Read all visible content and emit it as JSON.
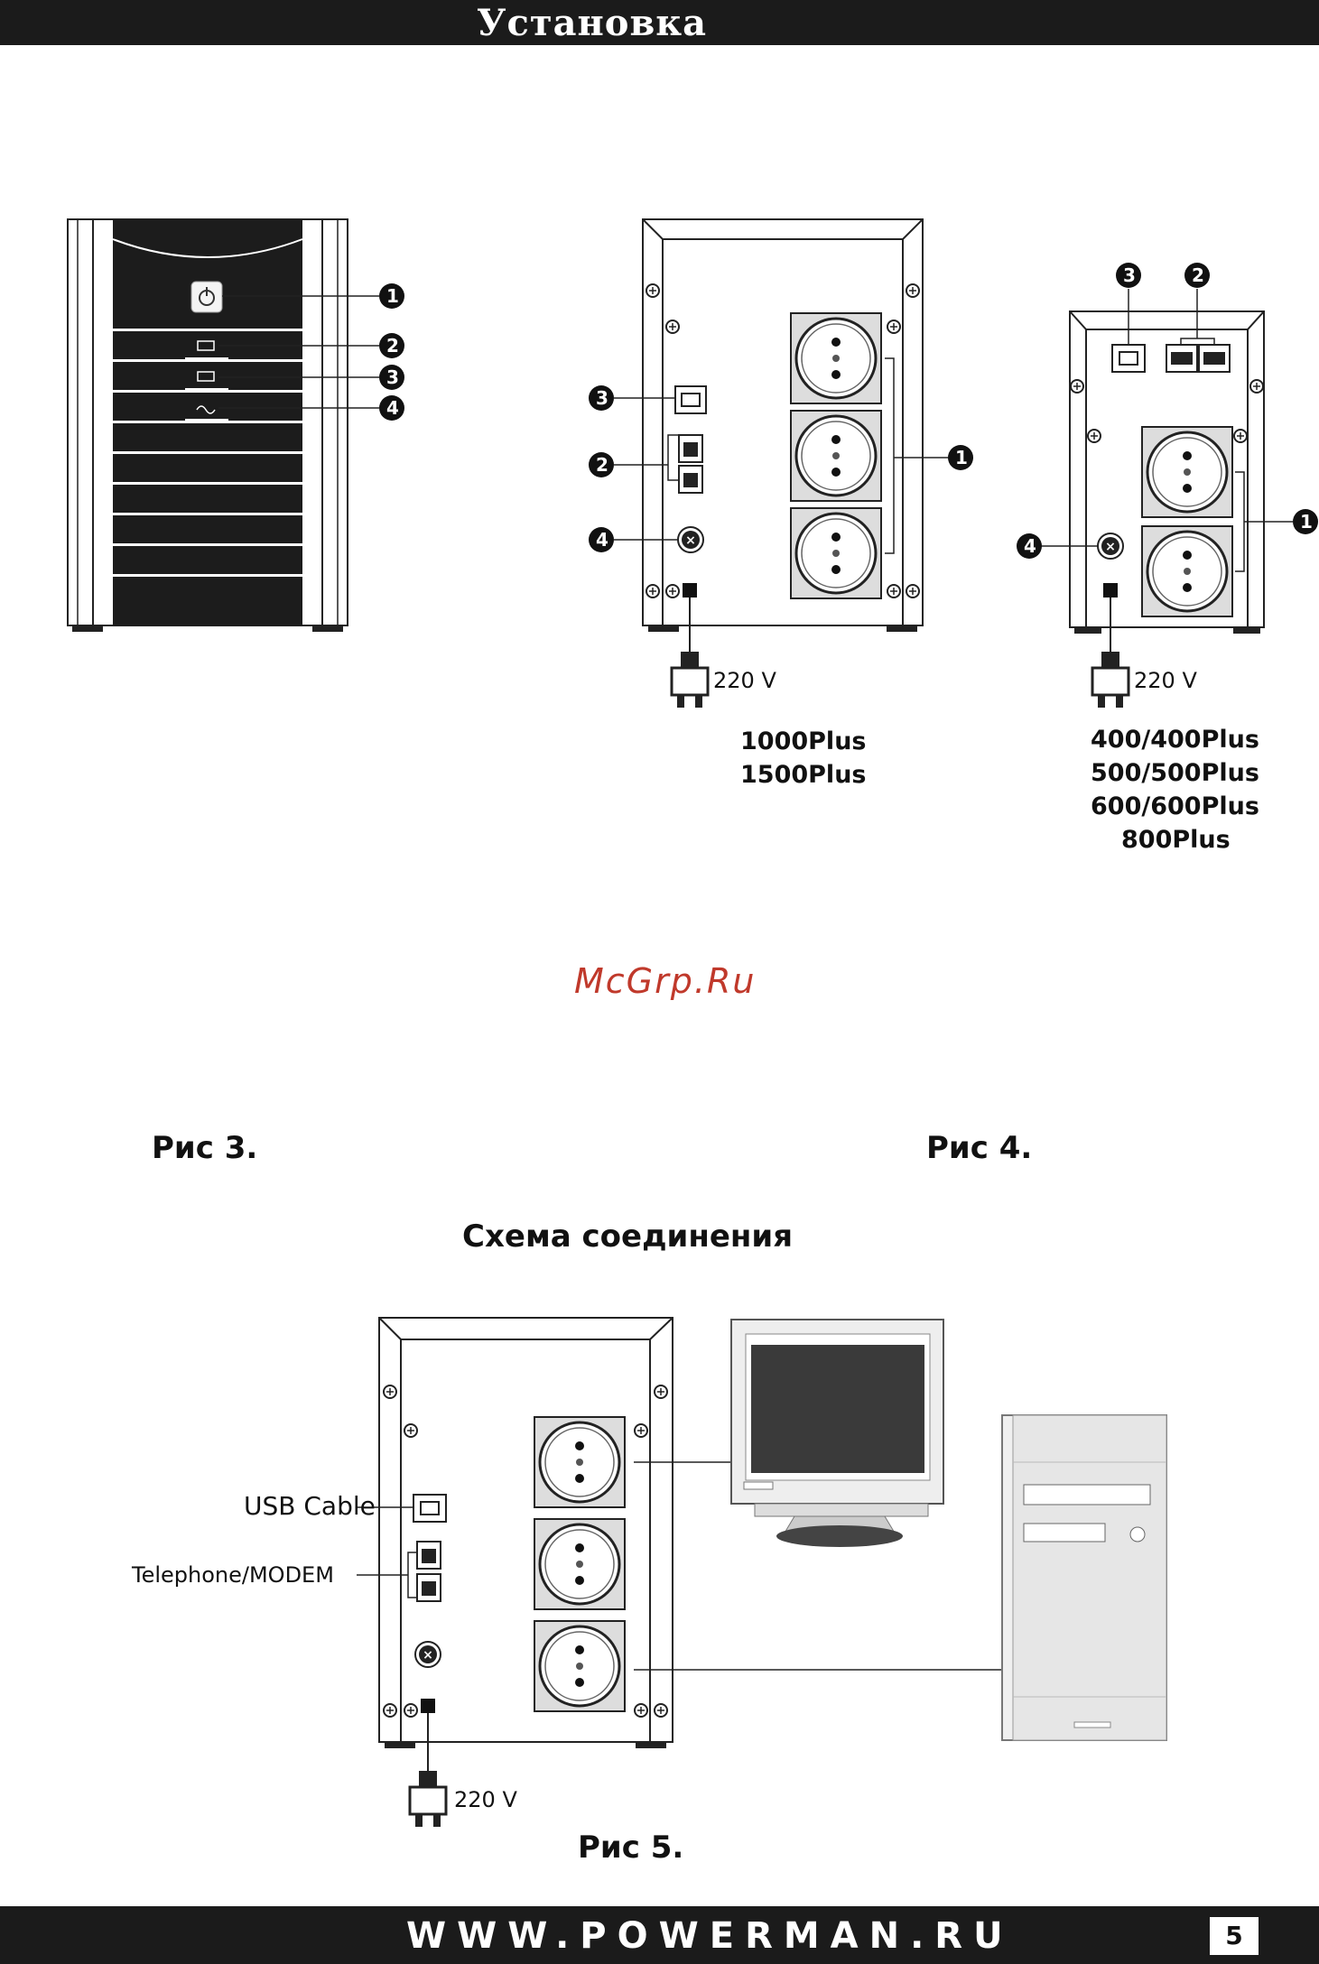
{
  "header": {
    "title": "Установка"
  },
  "fig3": {
    "caption": "Рис 3.",
    "callouts": [
      "1",
      "2",
      "3",
      "4"
    ]
  },
  "fig4a": {
    "models": [
      "1000Plus",
      "1500Plus"
    ],
    "voltage": "220 V",
    "callouts": [
      "1",
      "2",
      "3",
      "4"
    ]
  },
  "fig4b": {
    "models": [
      "400/400Plus",
      "500/500Plus",
      "600/600Plus",
      "800Plus"
    ],
    "voltage": "220 V",
    "callouts": [
      "1",
      "2",
      "3",
      "4"
    ],
    "caption": "Рис 4."
  },
  "watermark": "McGrp.Ru",
  "fig5": {
    "heading": "Схема соединения",
    "usb_label": "USB Cable",
    "phone_label": "Telephone/MODEM",
    "voltage": "220 V",
    "caption": "Рис 5."
  },
  "footer": {
    "url": "WWW.POWERMAN.RU",
    "page": "5"
  }
}
